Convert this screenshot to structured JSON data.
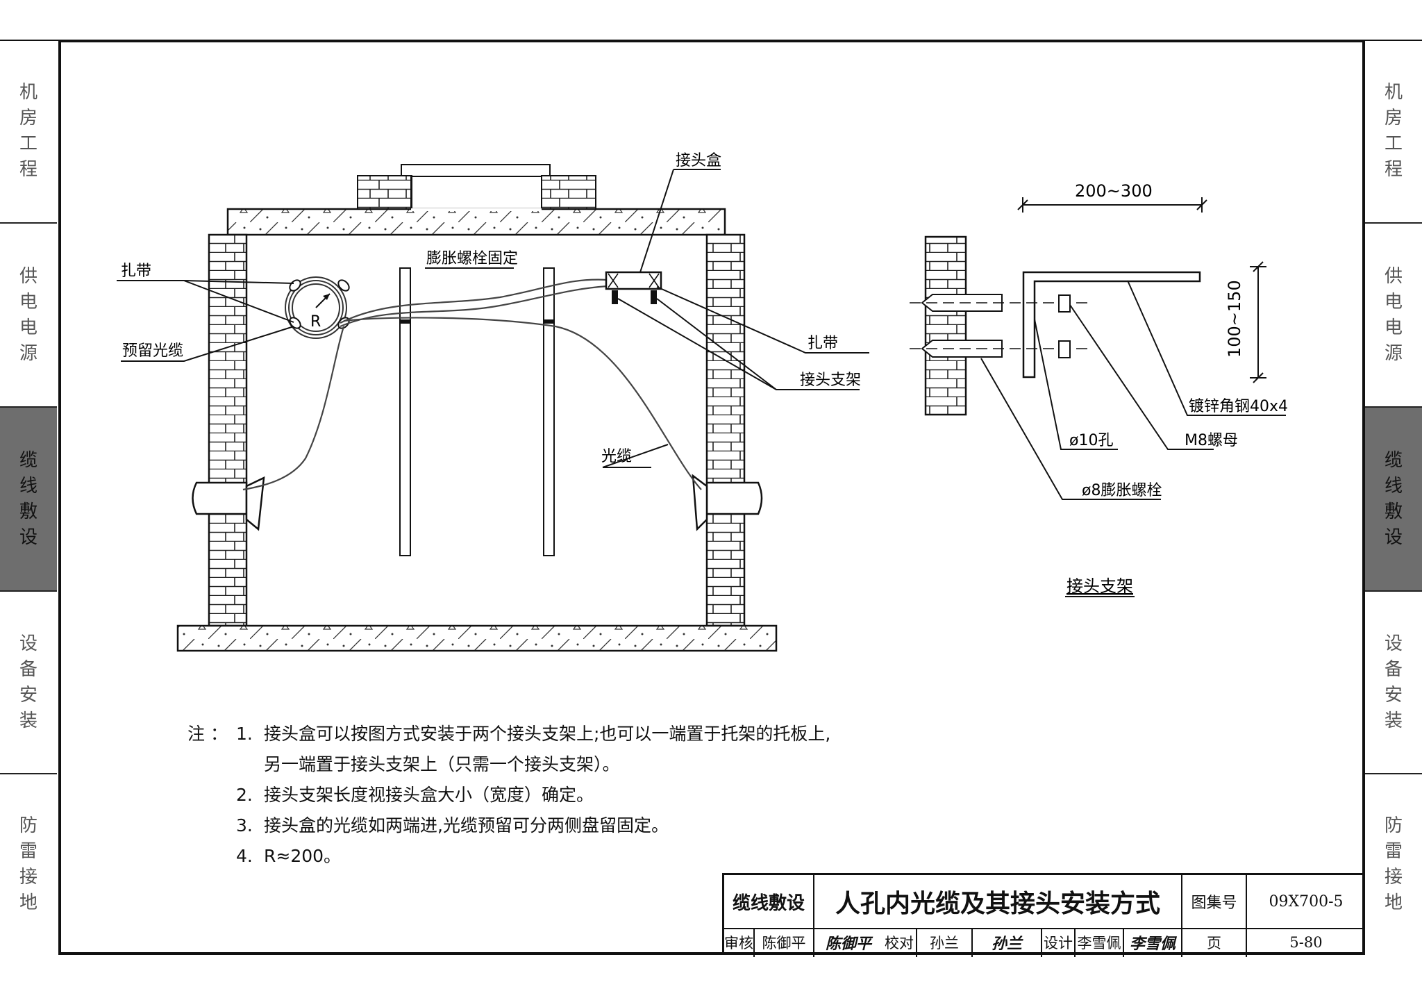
{
  "side_tabs": [
    {
      "label": "机房工程",
      "active": false
    },
    {
      "label": "供电电源",
      "active": false
    },
    {
      "label": "缆线敷设",
      "active": true
    },
    {
      "label": "设备安装",
      "active": false
    },
    {
      "label": "防雷接地",
      "active": false
    }
  ],
  "diagram": {
    "labels": {
      "joint_box": "接头盒",
      "expansion_bolt_fix": "膨胀螺栓固定",
      "cable_tie_left": "扎带",
      "reserved_cable": "预留光缆",
      "radius_mark": "R",
      "cable_tie_right": "扎带",
      "joint_bracket": "接头支架",
      "optical_cable": "光缆"
    },
    "detail": {
      "width_dim": "200~300",
      "height_dim": "100~150",
      "angle_steel": "镀锌角钢40x4",
      "nut": "M8螺母",
      "hole": "ø10孔",
      "expansion_bolt": "ø8膨胀螺栓",
      "caption": "接头支架"
    }
  },
  "notes": {
    "lead": "注 ：",
    "items": [
      {
        "num": "1.",
        "lines": [
          "接头盒可以按图方式安装于两个接头支架上;也可以一端置于托架的托板上,",
          "另一端置于接头支架上（只需一个接头支架）。"
        ]
      },
      {
        "num": "2.",
        "lines": [
          "接头支架长度视接头盒大小（宽度）确定。"
        ]
      },
      {
        "num": "3.",
        "lines": [
          "接头盒的光缆如两端进,光缆预留可分两侧盘留固定。"
        ]
      },
      {
        "num": "4.",
        "lines": [
          "R≈200。"
        ]
      }
    ]
  },
  "title_block": {
    "section": "缆线敷设",
    "title": "人孔内光缆及其接头安装方式",
    "atlas_label": "图集号",
    "atlas_no": "09X700-5",
    "review_label": "审核",
    "reviewer": "陈御平",
    "reviewer_sig": "陈御平",
    "check_label": "校对",
    "checker": "孙兰",
    "checker_sig": "孙兰",
    "design_label": "设计",
    "designer": "李雪佩",
    "designer_sig": "李雪佩",
    "page_label": "页",
    "page_no": "5-80"
  }
}
